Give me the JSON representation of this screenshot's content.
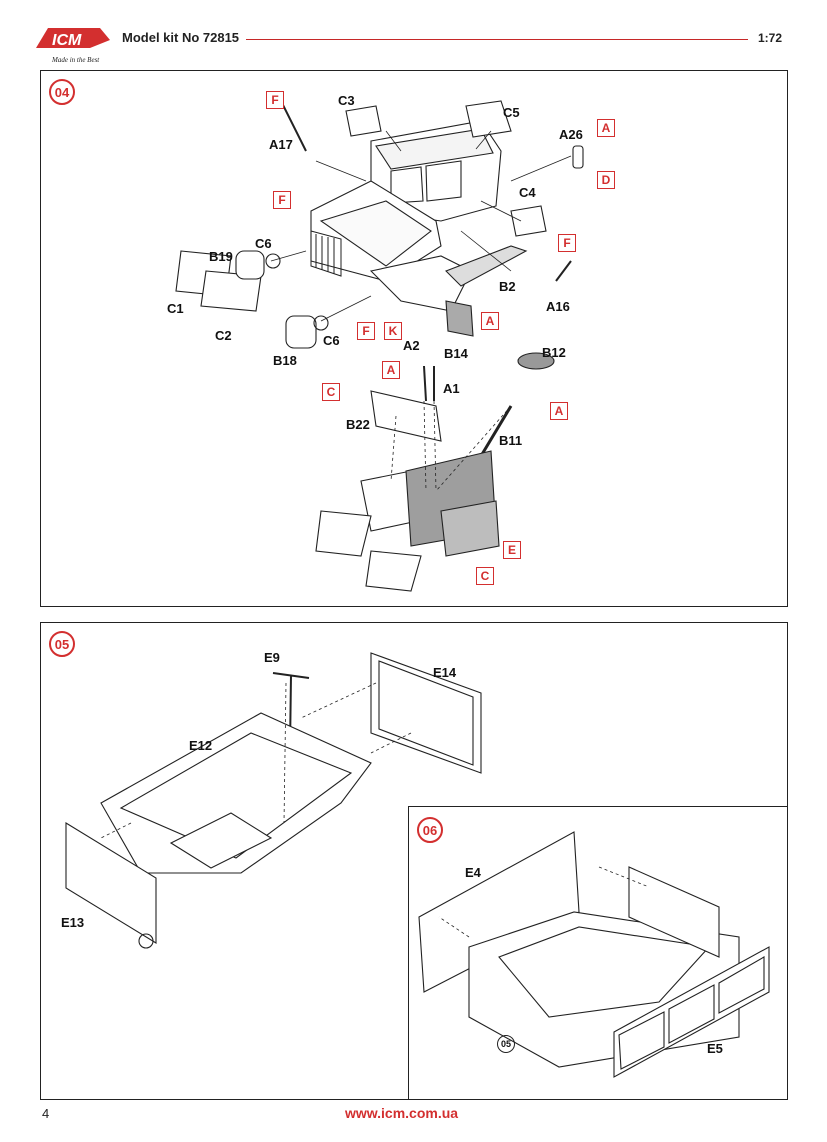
{
  "header": {
    "brand": "ICM",
    "brand_tagline": "Made in the Best",
    "title": "Model kit No 72815",
    "scale": "1:72"
  },
  "colors": {
    "accent": "#d32f2f",
    "line": "#222222",
    "fill_grey": "#9e9e9e"
  },
  "steps": [
    {
      "number": "04",
      "parts": [
        "C3",
        "C5",
        "A17",
        "A26",
        "C4",
        "C6",
        "B19",
        "C1",
        "C2",
        "B18",
        "C6",
        "B2",
        "A16",
        "B14",
        "A2",
        "A1",
        "B12",
        "B22",
        "B11"
      ],
      "color_tags": [
        "F",
        "A",
        "D",
        "F",
        "F",
        "F",
        "K",
        "A",
        "A",
        "C",
        "A",
        "E",
        "C"
      ]
    },
    {
      "number": "05",
      "parts": [
        "E9",
        "E14",
        "E12",
        "E13"
      ]
    },
    {
      "number": "06",
      "parts": [
        "E4",
        "E5"
      ],
      "sub_step_ref": "05"
    }
  ],
  "footer": {
    "page_number": "4",
    "url": "www.icm.com.ua"
  }
}
